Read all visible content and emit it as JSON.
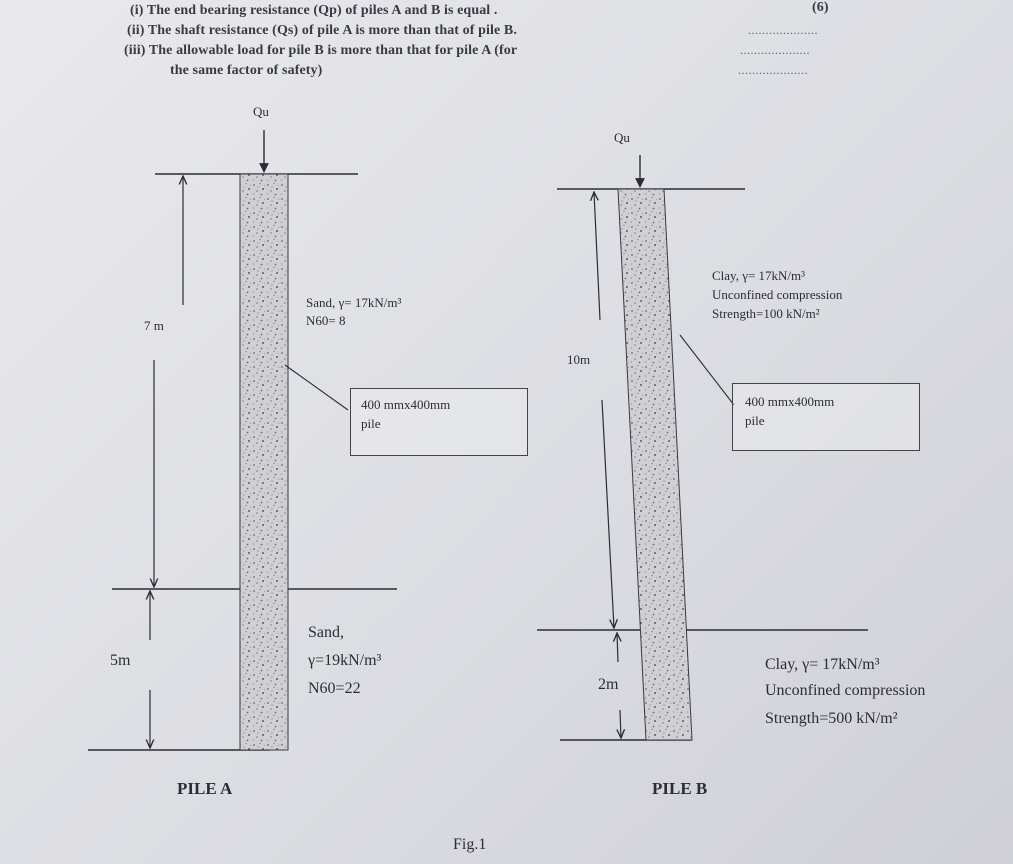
{
  "question": {
    "marks": "(6)",
    "statements": [
      "(i) The end bearing resistance (Qp) of piles A and B is equal .",
      "(ii) The shaft resistance (Qs) of pile A is more than that of pile B.",
      "(iii) The allowable load for pile B is more than that for pile A (for",
      "the same factor of safety)"
    ],
    "answer_blanks": [
      "....................",
      "....................",
      "...................."
    ]
  },
  "pile_a": {
    "load_label": "Qu",
    "name": "PILE A",
    "dim_upper": "7 m",
    "dim_lower": "5m",
    "upper_soil": {
      "line1": "Sand, γ= 17kN/m³",
      "line2": "N60= 8"
    },
    "lower_soil": {
      "line1": "Sand,",
      "line2": "γ=19kN/m³",
      "line3": "N60=22"
    },
    "callout": {
      "line1": "400 mmx400mm",
      "line2": "pile"
    }
  },
  "pile_b": {
    "load_label": "Qu",
    "name": "PILE B",
    "dim_upper": "10m",
    "dim_lower": "2m",
    "upper_soil": {
      "line1": "Clay, γ= 17kN/m³",
      "line2": "Unconfined compression",
      "line3": "Strength=100 kN/m²"
    },
    "lower_soil": {
      "line1": "Clay, γ= 17kN/m³",
      "line2": "Unconfined compression",
      "line3": "Strength=500 kN/m²"
    },
    "callout": {
      "line1": "400 mmx400mm",
      "line2": "pile"
    }
  },
  "figure_caption": "Fig.1",
  "colors": {
    "pile_fill": "#c9c9ce",
    "ink": "#2c2c36"
  }
}
